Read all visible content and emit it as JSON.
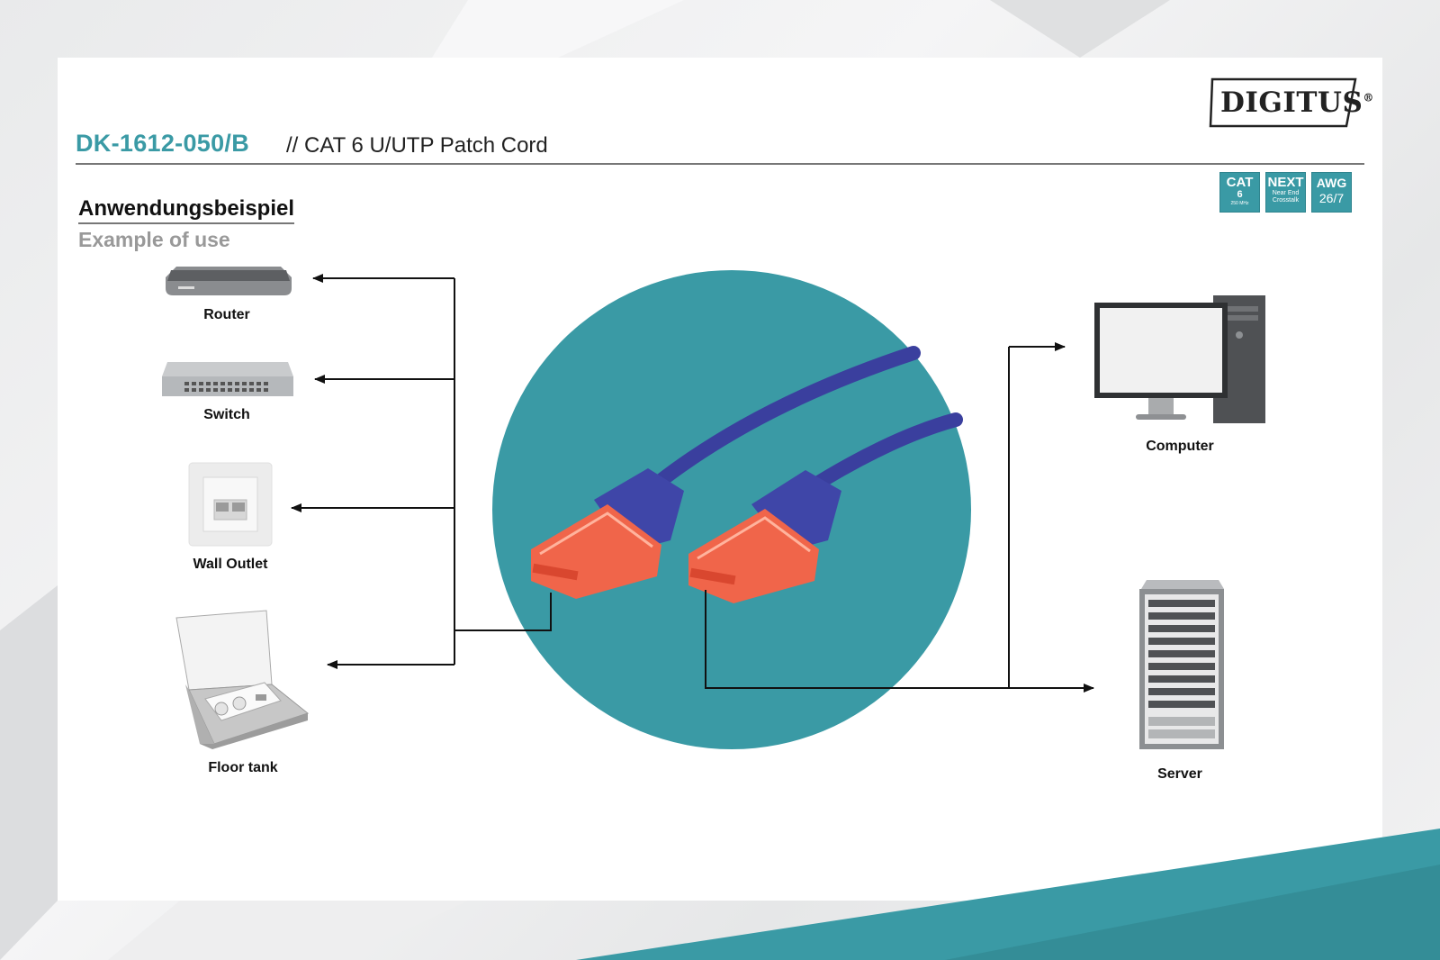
{
  "product": {
    "sku": "DK-1612-050/B",
    "title": "// CAT 6 U/UTP Patch Cord"
  },
  "brand": {
    "logo_text": "DIGITUS",
    "logo_mark": "®"
  },
  "badges": [
    {
      "main": "CAT",
      "line2": "6",
      "line3": "250 MHz"
    },
    {
      "main": "NEXT",
      "line2": "Near End",
      "line3": "Crosstalk"
    },
    {
      "main": "AWG",
      "line2": "26/7"
    }
  ],
  "headings": {
    "de": "Anwendungsbeispiel",
    "en": "Example of use"
  },
  "devices": {
    "router": "Router",
    "switch": "Switch",
    "wall_outlet": "Wall Outlet",
    "floor_tank": "Floor tank",
    "computer": "Computer",
    "server": "Server"
  },
  "colors": {
    "accent_teal": "#3a9aa5",
    "cable_blue": "#3a3f9e",
    "connector_orange": "#f0654a"
  }
}
